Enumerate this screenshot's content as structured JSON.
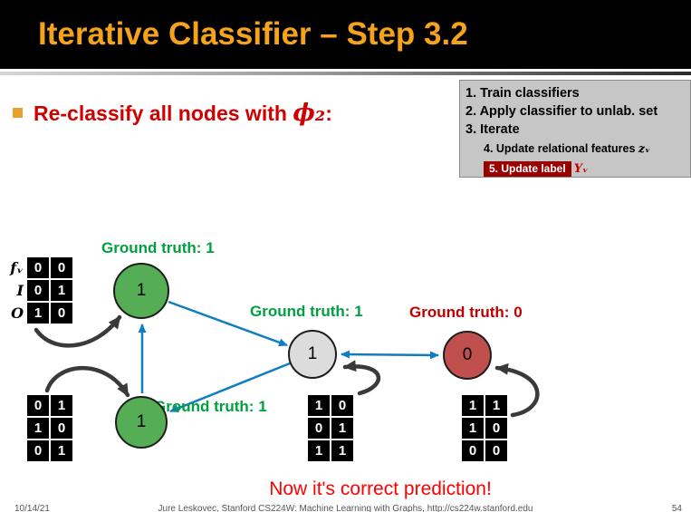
{
  "colors": {
    "title_orange": "#F5A31A",
    "header_bg": "#000000",
    "bullet_red": "#D10000",
    "green_node": "#55AD55",
    "gray_node": "#DCDCDC",
    "red_node": "#C0504D",
    "green_text": "#00A040",
    "red_text": "#C00000",
    "edge_blue": "#0F7DC2",
    "arrow_dark": "#3A3A3A",
    "steps_box_bg": "#C6C6C6",
    "highlight_bg": "#990000",
    "caption_red": "#FF0000"
  },
  "header": {
    "title": "Iterative Classifier – Step 3.2"
  },
  "bullet": {
    "text": "Re-classify all nodes with ",
    "math": "ϕ₂",
    "colon": ":"
  },
  "steps_box": {
    "items": [
      "1. Train classifiers",
      "2. Apply classifier to unlab. set",
      "3. Iterate"
    ],
    "sub_item": "4. Update relational features ",
    "sub_item_math": "zᵥ",
    "highlight_item": "5. Update label",
    "highlight_suffix": "Yᵥ"
  },
  "graph": {
    "nodes": [
      {
        "name": "top-left",
        "label": "1"
      },
      {
        "name": "bottom-left",
        "label": "1"
      },
      {
        "name": "center",
        "label": "1"
      },
      {
        "name": "right",
        "label": "0"
      }
    ],
    "ground_truths": [
      {
        "position": "top-left",
        "text": "Ground truth: 1"
      },
      {
        "position": "center",
        "text": "Ground truth: 1"
      },
      {
        "position": "bottom-left",
        "text": "Ground truth: 1"
      },
      {
        "position": "right",
        "text": "Ground truth: 0"
      }
    ]
  },
  "matrices": {
    "row_labels": [
      "fᵥ",
      "I",
      "O"
    ],
    "m1": [
      [
        "0",
        "0"
      ],
      [
        "0",
        "1"
      ],
      [
        "1",
        "0"
      ]
    ],
    "m2": [
      [
        "0",
        "1"
      ],
      [
        "1",
        "0"
      ],
      [
        "0",
        "1"
      ]
    ],
    "m3": [
      [
        "1",
        "0"
      ],
      [
        "0",
        "1"
      ],
      [
        "1",
        "1"
      ]
    ],
    "m4": [
      [
        "1",
        "1"
      ],
      [
        "1",
        "0"
      ],
      [
        "0",
        "0"
      ]
    ]
  },
  "caption": {
    "text": "Now it's correct prediction!"
  },
  "footer": {
    "date": "10/14/21",
    "credit": "Jure Leskovec, Stanford CS224W: Machine Learning with Graphs, http://cs224w.stanford.edu",
    "page": "54"
  }
}
